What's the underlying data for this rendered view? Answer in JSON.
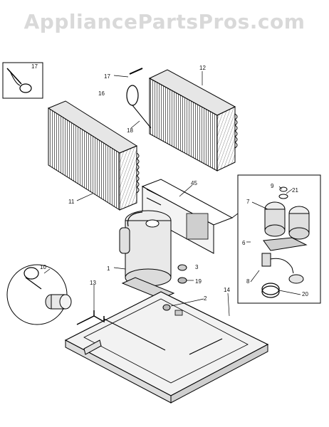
{
  "watermark": "AppliancePartsPros.com",
  "parts": [
    {
      "id": "p17a",
      "label": "17"
    },
    {
      "id": "p17b",
      "label": "17"
    },
    {
      "id": "p16",
      "label": "16"
    },
    {
      "id": "p12",
      "label": "12"
    },
    {
      "id": "p18",
      "label": "18"
    },
    {
      "id": "p11",
      "label": "11"
    },
    {
      "id": "p45",
      "label": "45"
    },
    {
      "id": "p9",
      "label": "9"
    },
    {
      "id": "p21",
      "label": "21"
    },
    {
      "id": "p7",
      "label": "7"
    },
    {
      "id": "p6",
      "label": "6"
    },
    {
      "id": "p1",
      "label": "1"
    },
    {
      "id": "p3",
      "label": "3"
    },
    {
      "id": "p19",
      "label": "19"
    },
    {
      "id": "p10",
      "label": "10"
    },
    {
      "id": "p2",
      "label": "2"
    },
    {
      "id": "p13",
      "label": "13"
    },
    {
      "id": "p14",
      "label": "14"
    },
    {
      "id": "p8",
      "label": "8"
    },
    {
      "id": "p20",
      "label": "20"
    }
  ]
}
